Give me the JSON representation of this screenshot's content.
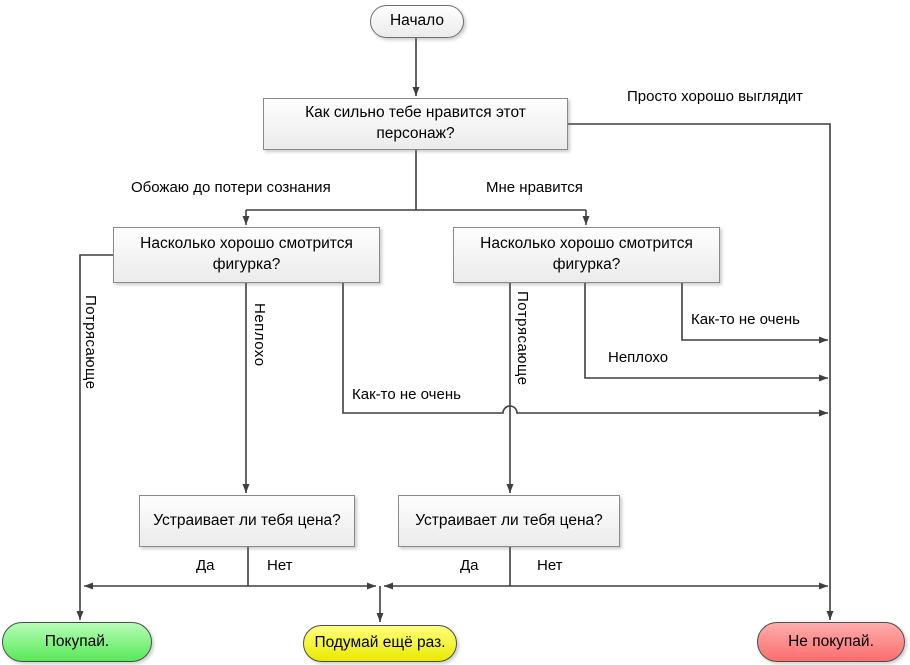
{
  "diagram": {
    "colors": {
      "line": "#3f3f3f",
      "node_border": "#8a8a8a",
      "start_border": "#6e6e6e",
      "terminal_border": "#4d4d4d",
      "node_fill_top": "#fefefe",
      "node_fill_bottom": "#ebebeb",
      "buy_top": "#b6fdb6",
      "buy_bottom": "#58e958",
      "think_top": "#ffff7d",
      "think_bottom": "#eaea00",
      "dont_top": "#ffadad",
      "dont_bottom": "#fb6d6d"
    },
    "nodes": {
      "start": "Начало",
      "q_like": "Как сильно тебе нравится этот персонаж?",
      "q_figure_left": "Насколько хорошо смотрится фигурка?",
      "q_figure_right": "Насколько хорошо смотрится фигурка?",
      "q_price_left": "Устраивает ли тебя цена?",
      "q_price_right": "Устраивает ли тебя цена?",
      "end_buy": "Покупай.",
      "end_think": "Подумай ещё раз.",
      "end_dont": "Не покупай."
    },
    "edge_labels": {
      "just_looks_good": "Просто хорошо выглядит",
      "adore": "Обожаю до потери сознания",
      "like": "Мне нравится",
      "amazing_left": "Потрясающе",
      "not_bad_left": "Неплохо",
      "not_great_left": "Как-то не очень",
      "amazing_right": "Потрясающе",
      "not_bad_right": "Неплохо",
      "not_great_right": "Как-то не очень",
      "yes_left": "Да",
      "no_left": "Нет",
      "yes_right": "Да",
      "no_right": "Нет"
    }
  }
}
